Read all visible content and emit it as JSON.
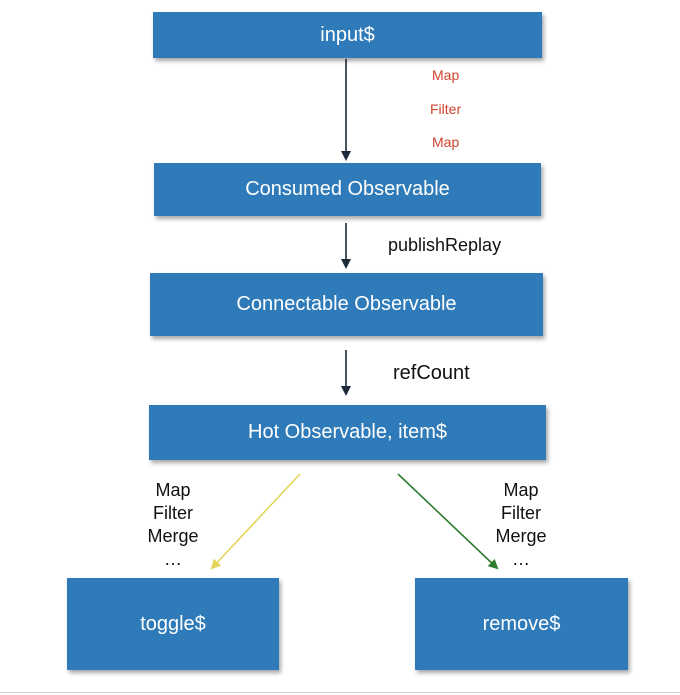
{
  "boxes": {
    "input": "input$",
    "consumed": "Consumed Observable",
    "connectable": "Connectable Observable",
    "hot": "Hot Observable, item$",
    "toggle": "toggle$",
    "remove": "remove$"
  },
  "operators": {
    "first": [
      "Map",
      "Filter",
      "Map"
    ],
    "publish": "publishReplay",
    "ref": "refCount",
    "left_stack": [
      "Map",
      "Filter",
      "Merge",
      "…"
    ],
    "right_stack": [
      "Map",
      "Filter",
      "Merge",
      "…"
    ]
  },
  "colors": {
    "box": "#2f7ab8",
    "operator_red": "#d0432f",
    "arrow_dark": "#1c2a3a",
    "arrow_yellow": "#e3d55a",
    "arrow_green": "#2e7d2e"
  }
}
